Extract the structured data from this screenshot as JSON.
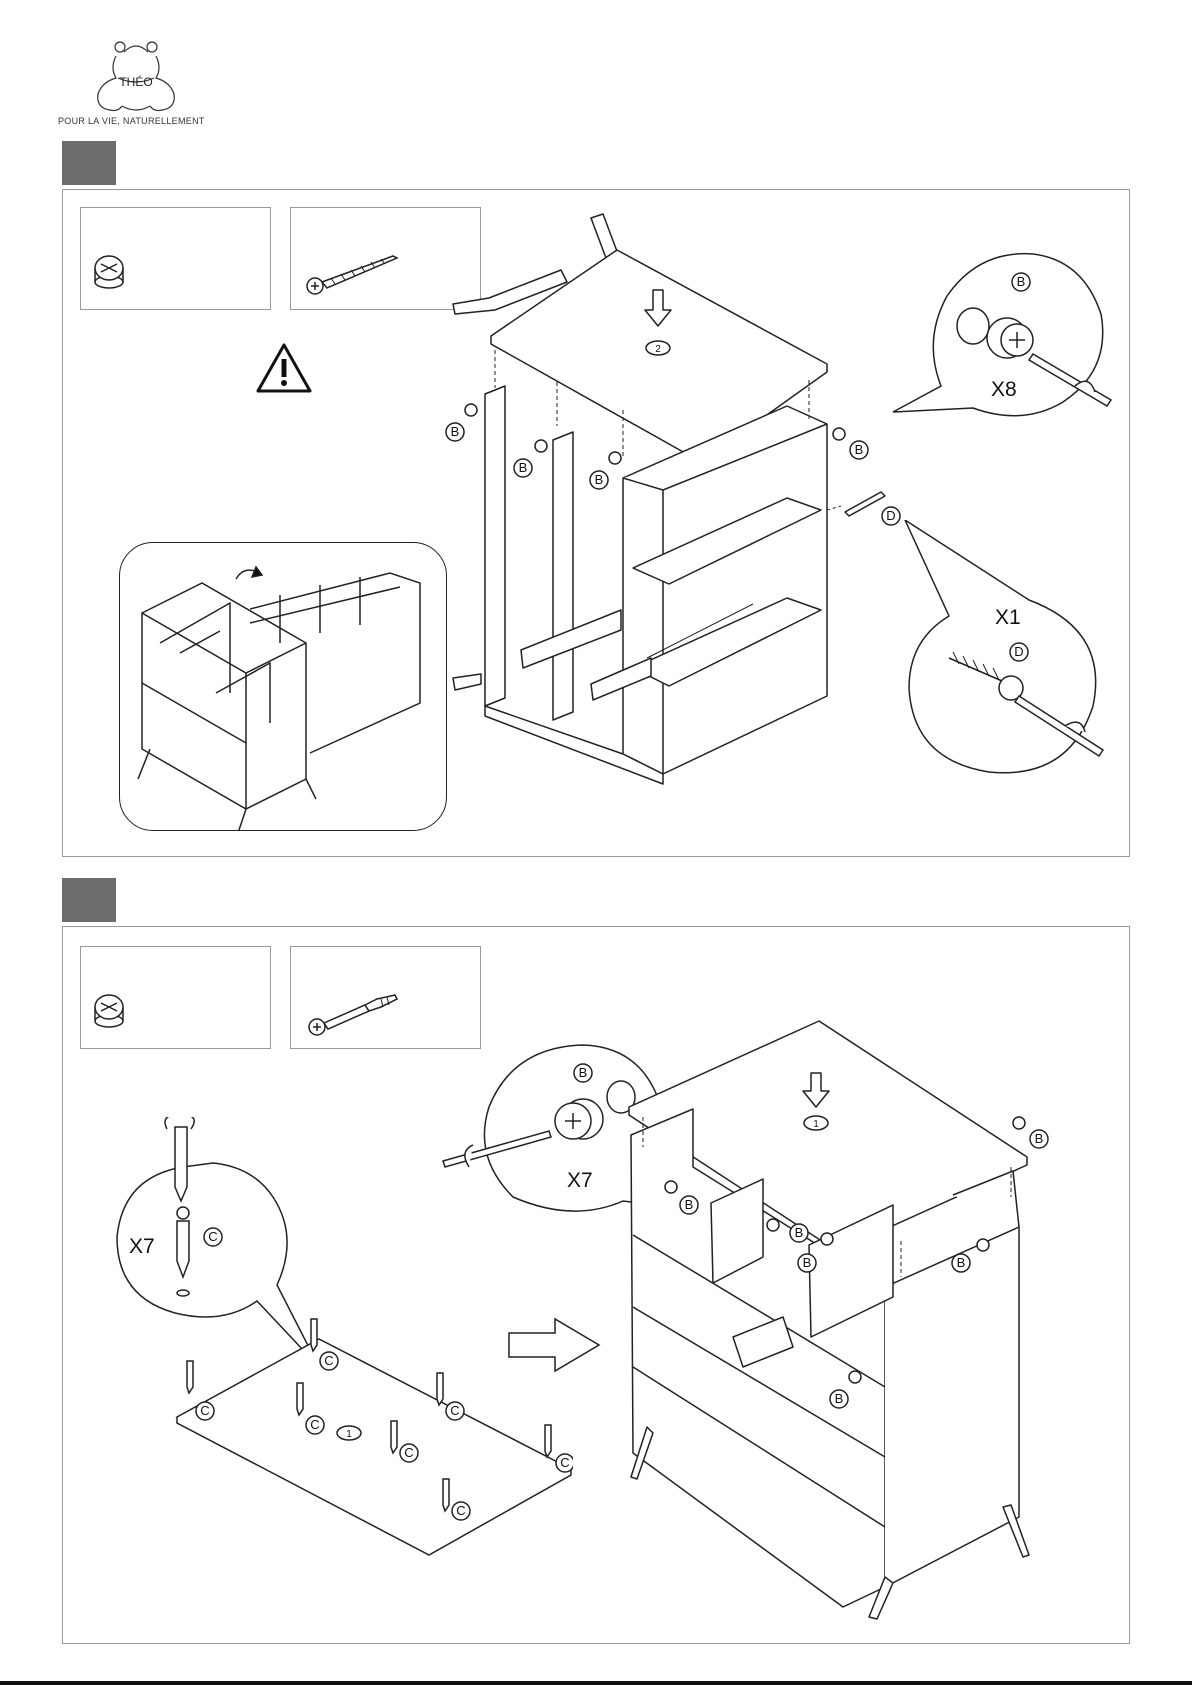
{
  "brand": {
    "logo_text": "THÉO",
    "tagline": "POUR LA VIE, NATURELLEMENT"
  },
  "steps": [
    {
      "parts": [
        {
          "icon": "cam-lock-icon"
        },
        {
          "icon": "screw-icon"
        }
      ],
      "warning_icon": "warning-icon",
      "panel_number": "2",
      "hardware_labels": [
        "B",
        "B",
        "B",
        "B",
        "B",
        "D"
      ],
      "callouts": [
        {
          "label": "X8",
          "part": "B"
        },
        {
          "label": "X1",
          "part": "D"
        }
      ]
    },
    {
      "parts": [
        {
          "icon": "cam-lock-icon"
        },
        {
          "icon": "cam-dowel-icon"
        }
      ],
      "panel_number": "1",
      "hardware_labels": [
        "C",
        "C",
        "C",
        "C",
        "C",
        "C",
        "C",
        "B",
        "B",
        "B",
        "B",
        "B",
        "B"
      ],
      "callouts": [
        {
          "label": "X7",
          "part": "B"
        },
        {
          "label": "X7",
          "part": "C"
        }
      ]
    }
  ]
}
